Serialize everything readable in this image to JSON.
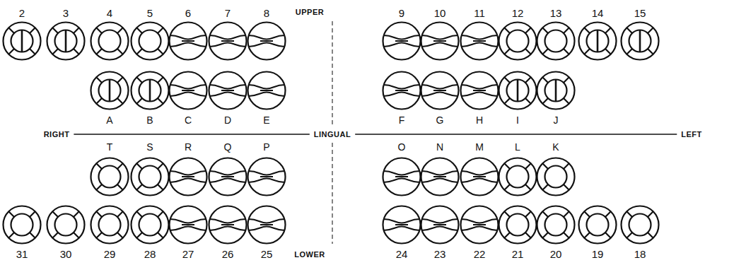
{
  "diagram": {
    "labels": [
      "2",
      "3",
      "4",
      "5",
      "6",
      "7",
      "8",
      "UPPER",
      "9",
      "10",
      "11",
      "12",
      "13",
      "14",
      "15",
      "A",
      "B",
      "C",
      "D",
      "E",
      "F",
      "G",
      "H",
      "I",
      "J",
      "RIGHT",
      "LINGUAL",
      "LEFT",
      "T",
      "S",
      "R",
      "Q",
      "P",
      "O",
      "N",
      "M",
      "L",
      "K",
      "31",
      "30",
      "29",
      "28",
      "27",
      "26",
      "25",
      "LOWER",
      "24",
      "23",
      "22",
      "21",
      "20",
      "19",
      "18"
    ]
  }
}
